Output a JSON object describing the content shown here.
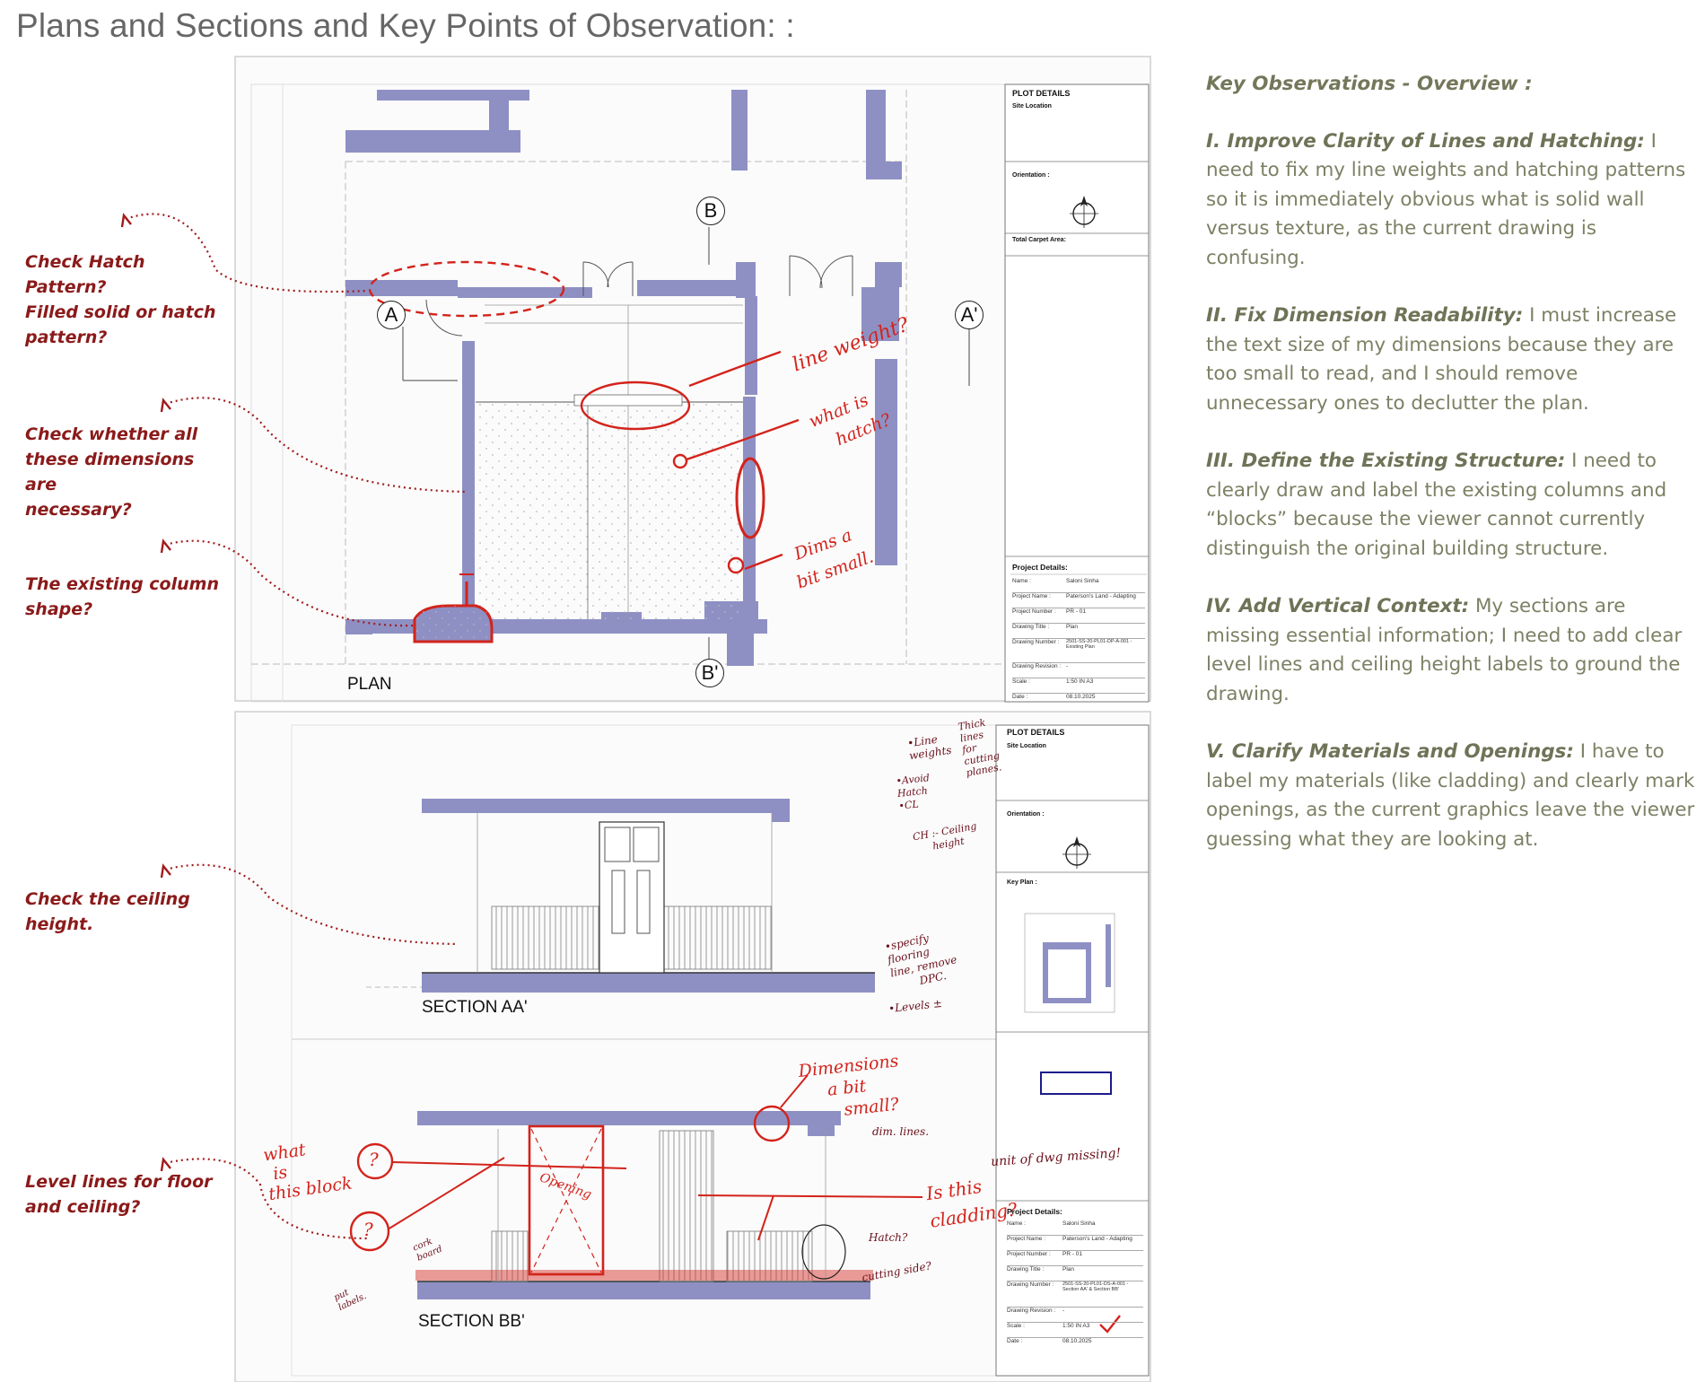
{
  "page": {
    "title": "Plans and Sections and Key Points of Observation: :"
  },
  "colors": {
    "wall_fill": "#8e90c4",
    "annotation_red": "#d3231b",
    "note_maroon": "#8b1a1a",
    "observation_text": "#777b5e"
  },
  "left_notes": [
    {
      "text_line1": "Check Hatch Pattern?",
      "text_line2": "Filled solid or hatch",
      "text_line3": "pattern?"
    },
    {
      "text_line1": "Check whether all",
      "text_line2": "these dimensions are",
      "text_line3": "necessary?"
    },
    {
      "text_line1": "The existing column",
      "text_line2": "shape?",
      "text_line3": ""
    },
    {
      "text_line1": "Check the ceiling",
      "text_line2": "height.",
      "text_line3": ""
    },
    {
      "text_line1": "Level lines for floor",
      "text_line2": "and ceiling?",
      "text_line3": ""
    }
  ],
  "observations": {
    "heading": "Key Observations - Overview  :",
    "items": [
      {
        "title": "I. Improve Clarity of Lines and Hatching:",
        "text": " I need to fix my line weights and hatching patterns so it is immediately obvious what is solid wall versus texture, as the current drawing is confusing."
      },
      {
        "title": "II. Fix Dimension Readability:",
        "text": " I must increase the text size of my dimensions because they are too small to read, and I should remove unnecessary ones to declutter the plan."
      },
      {
        "title": "III. Define the Existing Structure:",
        "text": " I need to clearly draw and label the existing columns and “blocks” because the viewer cannot currently distinguish the original building structure."
      },
      {
        "title": "IV. Add Vertical Context:",
        "text": " My sections are missing essential information; I need to add clear level lines and ceiling height labels to ground the drawing."
      },
      {
        "title": "V. Clarify Materials and Openings:",
        "text": " I have to label my materials (like cladding) and clearly mark openings, as the current graphics leave the viewer guessing what they are looking at."
      }
    ]
  },
  "plan_sheet": {
    "label": "PLAN",
    "grid_b": "B",
    "grid_b_prime": "B'",
    "grid_a": "A",
    "grid_a_prime": "A'",
    "title_block": {
      "plot_details": "PLOT DETAILS",
      "site_location": "Site Location",
      "orientation": "Orientation :",
      "total_carpet_area": "Total Carpet Area:",
      "project_details": "Project Details:",
      "rows": [
        {
          "k": "Name :",
          "v": "Saloni Sinha"
        },
        {
          "k": "Project Name :",
          "v": "Paterson's Land - Adapting"
        },
        {
          "k": "Project Number :",
          "v": "PR - 01"
        },
        {
          "k": "Drawing Title :",
          "v": "Plan"
        },
        {
          "k": "Drawing Number :",
          "v": "2501-SS-20-PL01-DP-A-001 -Existing Plan"
        },
        {
          "k": "Drawing Revision :",
          "v": "-"
        },
        {
          "k": "Scale :",
          "v": "1:50 IN A3"
        },
        {
          "k": "Date :",
          "v": "08.10.2025"
        }
      ]
    },
    "handwritten": {
      "line_weight": "line weight?",
      "what_is_hatch_1": "what is",
      "what_is_hatch_2": "hatch?",
      "dims_small_1": "Dims a",
      "dims_small_2": "bit small."
    }
  },
  "section_sheet": {
    "label_aa": "SECTION AA'",
    "label_bb": "SECTION BB'",
    "title_block": {
      "plot_details": "PLOT DETAILS",
      "site_location": "Site Location",
      "orientation": "Orientation :",
      "key_plan": "Key Plan :",
      "project_details": "Project Details:",
      "rows": [
        {
          "k": "Name :",
          "v": "Saloni Sinha"
        },
        {
          "k": "Project Name :",
          "v": "Paterson's Land - Adapting"
        },
        {
          "k": "Project Number :",
          "v": "PR - 01"
        },
        {
          "k": "Drawing Title :",
          "v": "Plan"
        },
        {
          "k": "Drawing Number :",
          "v": "2501-SS-20-PL01-DS-A-001 - Section AA' & Section BB'"
        },
        {
          "k": "Drawing Revision :",
          "v": "-"
        },
        {
          "k": "Scale :",
          "v": "1:50 IN A3"
        },
        {
          "k": "Date :",
          "v": "08.10.2025"
        }
      ]
    },
    "handwritten": {
      "line_weights_1": "•Line",
      "line_weights_2": "weights",
      "thick_lines_1": "Thick",
      "thick_lines_2": "lines",
      "thick_lines_3": "for",
      "thick_lines_4": "cutting",
      "thick_lines_5": "planes.",
      "avoid_hatch_1": "•Avoid",
      "avoid_hatch_2": "Hatch",
      "avoid_hatch_3": "•CL",
      "ch_ceiling_1": "CH :- Ceiling",
      "ch_ceiling_2": "height",
      "specify_1": "•specify",
      "specify_2": "flooring",
      "specify_3": "line, remove",
      "specify_4": "DPC.",
      "levels": "•Levels ±",
      "dimensions_small_1": "Dimensions",
      "dimensions_small_2": "a bit",
      "dimensions_small_3": "small?",
      "dim_lines": "dim. lines.",
      "unit_missing": "unit of dwg missing!",
      "is_this_cladding_1": "Is this",
      "is_this_cladding_2": "cladding?",
      "hatch_q": "Hatch?",
      "cutting_side": "cutting side?",
      "what_is_this_block_1": "what",
      "what_is_this_block_2": "is",
      "what_is_this_block_3": "this block",
      "opening": "Opening",
      "cork_board_1": "cork",
      "cork_board_2": "board",
      "put_labels_1": "put",
      "put_labels_2": "labels.",
      "question": "?"
    }
  }
}
